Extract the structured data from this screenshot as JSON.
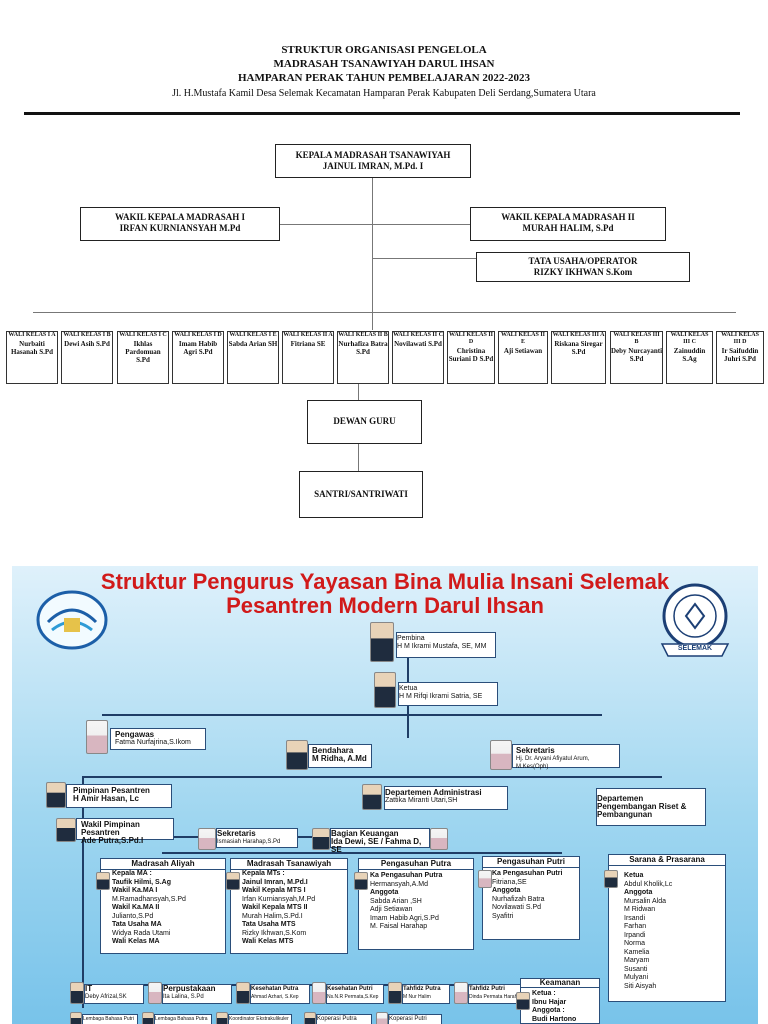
{
  "doc": {
    "title1": "STRUKTUR ORGANISASI PENGELOLA",
    "title2": "MADRASAH TSANAWIYAH DARUL IHSAN",
    "title3": "HAMPARAN PERAK TAHUN PEMBELAJARAN 2022-2023",
    "address": "Jl. H.Mustafa Kamil Desa Selemak Kecamatan Hamparan Perak Kabupaten Deli Serdang,Sumatera Utara"
  },
  "org": {
    "head": {
      "role": "KEPALA MADRASAH TSANAWIYAH",
      "name": "JAINUL IMRAN, M.Pd. I"
    },
    "wakil1": {
      "role": "WAKIL KEPALA MADRASAH I",
      "name": "IRFAN KURNIANSYAH M.Pd"
    },
    "wakil2": {
      "role": "WAKIL KEPALA MADRASAH II",
      "name": "MURAH HALIM, S.Pd"
    },
    "tu": {
      "role": "TATA USAHA/OPERATOR",
      "name": "RIZKY IKHWAN S.Kom"
    },
    "wali": [
      {
        "title": "WALI KELAS I A",
        "name": "Nurbaiti Hasanah S.Pd"
      },
      {
        "title": "WALI KELAS I B",
        "name": "Dewi Asih S.Pd"
      },
      {
        "title": "WALI KELAS I C",
        "name": "Ikhlas Pardomuan S.Pd"
      },
      {
        "title": "WALI KELAS I D",
        "name": "Imam Habib Agri S.Pd"
      },
      {
        "title": "WALI KELAS I E",
        "name": "Sabda Arian SH"
      },
      {
        "title": "WALI KELAS II A",
        "name": "Fitriana SE"
      },
      {
        "title": "WALI KELAS II B",
        "name": "Nurhafiza Batra S.Pd"
      },
      {
        "title": "WALI KELAS II C",
        "name": "Novilawati S.Pd"
      },
      {
        "title": "WALI KELAS II D",
        "name": "Christina Suriani D S.Pd"
      },
      {
        "title": "WALI KELAS II E",
        "name": "Aji Setiawan"
      },
      {
        "title": "WALI KELAS III A",
        "name": "Riskana Siregar S.Pd"
      },
      {
        "title": "WALI KELAS III B",
        "name": "Deby Nurcayanti S.Pd"
      },
      {
        "title": "WALI KELAS III C",
        "name": "Zainuddin S.Ag"
      },
      {
        "title": "WALI KELAS III D",
        "name": "Ir Saifuddin Juhri S.Pd"
      }
    ],
    "dewan": "DEWAN GURU",
    "santri": "SANTRI/SANTRIWATI"
  },
  "poster": {
    "title1": "Struktur Pengurus Yayasan Bina Mulia Insani Selemak",
    "title2": "Pesantren Modern Darul Ihsan",
    "seal_text": "SELEMAK",
    "pembina": {
      "role": "Pembina",
      "name": "H M Ikrami Mustafa, SE, MM"
    },
    "ketua": {
      "role": "Ketua",
      "name": "H M Rifqi Ikrami Satria, SE"
    },
    "pengawas": {
      "role": "Pengawas",
      "name": "Fatma Nurfajrina,S.Ikom"
    },
    "bendahara": {
      "role": "Bendahara",
      "name": "M Ridha, A.Md"
    },
    "sekretaris": {
      "role": "Sekretaris",
      "name": "Hj. Dr. Aryani Afiyatul Arum, M.Kes(Oph)"
    },
    "pimpinan": {
      "role": "Pimpinan Pesantren",
      "name": "H Amir Hasan, Lc"
    },
    "dept_admin": {
      "role": "Departemen Administrasi",
      "name": "Zattika Miranti Utari,SH"
    },
    "dept_riset": {
      "role": "Departemen",
      "name": "Pengembangan Riset & Pembangunan"
    },
    "wakil_pimpinan": {
      "role": "Wakil Pimpinan Pesantren",
      "name": "Ade Putra,S.Pd.I"
    },
    "sekretaris2": {
      "role": "Sekretaris",
      "name": "Ismasiah Harahap,S.Pd"
    },
    "keuangan": {
      "role": "Bagian Keuangan",
      "name": "Ida Dewi, SE / Fahma D, SE"
    },
    "ma": {
      "title": "Madrasah Aliyah",
      "lines": [
        "Kepala MA :",
        "Taufik Hilmi, S.Ag",
        "Wakil Ka.MA I",
        "M.Ramadhansyah,S.Pd",
        "Wakil Ka.MA II",
        "Julianto,S.Pd",
        "Tata Usaha MA",
        "Widya Rada Utami",
        "Wali Kelas MA"
      ]
    },
    "mts": {
      "title": "Madrasah Tsanawiyah",
      "lines": [
        "Kepala MTs :",
        "Jainul Imran, M.Pd.I",
        "Wakil Kepala MTS I",
        "Irfan Kurniansyah,M.Pd",
        "Wakil Kepala MTS II",
        "Murah Halim,S.Pd.I",
        "Tata Usaha MTS",
        "Rizky Ikhwan,S.Kom",
        "Wali Kelas MTS"
      ]
    },
    "putra": {
      "title": "Pengasuhan Putra",
      "lines": [
        "Ka Pengasuhan Putra",
        "Hermansyah,A.Md",
        "Anggota",
        "Sabda Arian ,SH",
        "Adji Setiawan",
        "Imam Habib Agri,S.Pd",
        "M. Faisal Harahap"
      ]
    },
    "putri": {
      "title": "Pengasuhan Putri",
      "lines": [
        "Ka Pengasuhan Putri",
        "Fitriana,SE",
        "Anggota",
        "Nurhafizah Batra",
        "Novilawati S.Pd",
        "Syafitri"
      ]
    },
    "sarana": {
      "title": "Sarana & Prasarana",
      "lines": [
        "Ketua",
        "Abdul Kholik,Lc",
        "Anggota",
        "Mursalin Alda",
        "M Ridwan",
        "Irsandi",
        "Farhan",
        "Irpandi",
        "Norma",
        "Kamelia",
        "Maryam",
        "Susanti",
        "Mulyani",
        "Siti Aisyah"
      ]
    },
    "bottom": [
      {
        "role": "IT",
        "name": "Deby Afrizal,SK"
      },
      {
        "role": "Perpustakaan",
        "name": "Ita Lalina, S.Pd"
      },
      {
        "role": "Kesehatan Putra",
        "name": "Ahmad Azhari, S.Kep"
      },
      {
        "role": "Kesehatan Putri",
        "name": "Ns.N.R Permata,S.Kep"
      },
      {
        "role": "Tahfidz Putra",
        "name": "M Nur Halim"
      },
      {
        "role": "Tahfidz Putri",
        "name": "Dinda Permata Harahap"
      }
    ],
    "keamanan": {
      "title": "Keamanan",
      "lines": [
        "Ketua :",
        "Ibnu Hajar",
        "Anggota :",
        "Budi Hartono"
      ]
    },
    "last_row": [
      "Lembaga Bahasa Putri",
      "Lembaga Bahasa Putra",
      "Koordinator Ekstrakulikuler",
      "Koperasi Putra",
      "Koperasi Putri"
    ]
  }
}
